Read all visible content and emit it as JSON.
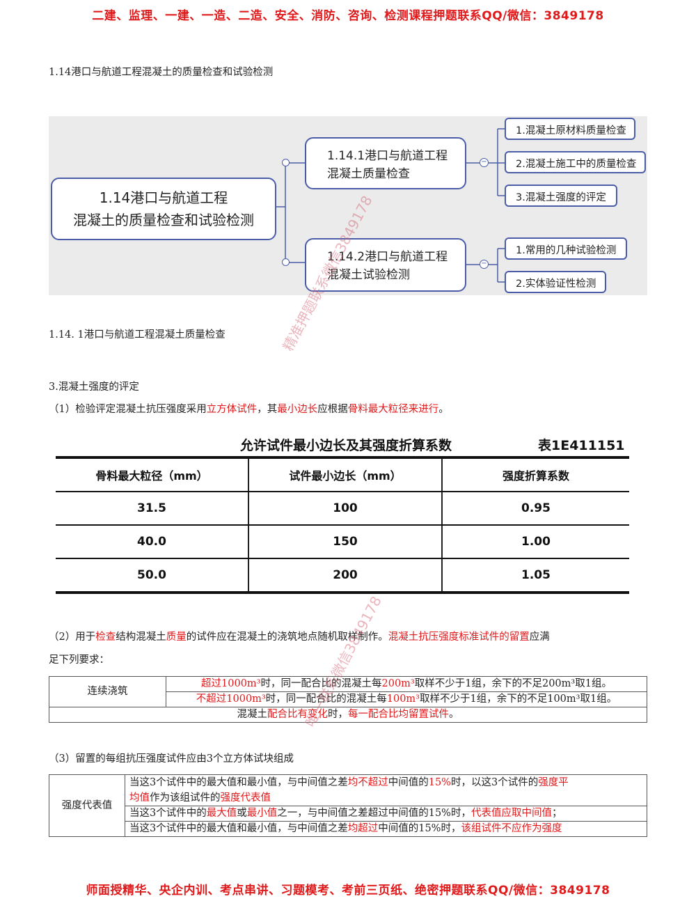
{
  "banner_top": "二建、监理、一建、一造、二造、安全、消防、咨询、检测课程押题联系QQ/微信：3849178",
  "banner_bottom": "师面授精华、央企内训、考点串讲、习题模考、考前三页纸、绝密押题联系QQ/微信：3849178",
  "section_heading": "1.14港口与航道工程混凝土的质量检查和试验检测",
  "mindmap": {
    "root": "1.14港口与航道工程混凝土的质量检查和试验检测",
    "root_line1": "1.14港口与航道工程",
    "root_line2": "混凝土的质量检查和试验检测",
    "branch1_line1": "1.14.1港口与航道工程",
    "branch1_line2": "混凝土质量检查",
    "branch1_children": [
      "1.混凝土原材料质量检查",
      "2.混凝土施工中的质量检查",
      "3.混凝土强度的评定"
    ],
    "branch2_line1": "1.14.2港口与航道工程",
    "branch2_line2": "混凝土试验检测",
    "branch2_children": [
      "1.常用的几种试验检测",
      "2.实体验证性检测"
    ],
    "collapse_symbol": "−"
  },
  "subsection_heading": "1.14. 1港口与航道工程混凝土质量检查",
  "item3_heading": "3.混凝土强度的评定",
  "para1": {
    "p1": "（1）检验评定混凝土抗压强度采用",
    "r1": "立方体试件",
    "p2": "，其",
    "r2": "最小边长",
    "p3": "应根据",
    "r3": "骨料最大粒径来进行",
    "p4": "。"
  },
  "size_table": {
    "title": "允许试件最小边长及其强度折算系数",
    "code": "表1E411151",
    "headers": [
      "骨料最大粒径（mm）",
      "试件最小边长（mm）",
      "强度折算系数"
    ],
    "rows": [
      [
        "31.5",
        "100",
        "0.95"
      ],
      [
        "40.0",
        "150",
        "1.00"
      ],
      [
        "50.0",
        "200",
        "1.05"
      ]
    ]
  },
  "para2": {
    "p1": "（2）用于",
    "r1": "检查",
    "p2": "结构混凝土",
    "r2": "质量",
    "p3": "的试件应在混凝土的浇筑地点随机取样制作。",
    "r3": "混凝土抗压强度标准试件的留置",
    "p4": "应满",
    "line2": "足下列要求："
  },
  "sampling_table": {
    "label": "连续浇筑",
    "row1": {
      "r1": "超过1000m³",
      "p1": "时，同一配合比的混凝土每",
      "r2": "200m³",
      "p2": "取样不少于1组，余下的不足200m³取1组。"
    },
    "row2": {
      "r1": "不超过1000m³",
      "p1": "时，同一配合比的混凝土每",
      "r2": "100m³",
      "p2": "取样不少于1组，余下的不足100m³取1组。"
    },
    "row3": {
      "p1": "混凝土",
      "r1": "配合比有变化",
      "p2": "时，",
      "r2": "每一配合比均留置试件",
      "p3": "。"
    }
  },
  "para3": "（3）留置的每组抗压强度试件应由3个立方体试块组成",
  "rep_table": {
    "label": "强度代表值",
    "row1": {
      "p1": "当这3个试件中的最大值和最小值，与中间值之差",
      "r1": "均不超过",
      "p2": "中间值的",
      "r2": "15%",
      "p3": "时，以这3个试件的",
      "r3": "强度平",
      "r4": "均值",
      "p4": "作为该组试件的",
      "r5": "强度代表值"
    },
    "row2": {
      "p1": "当这3个试件中的",
      "r1": "最大值",
      "p2": "或",
      "r2": "最小值",
      "p3": "之一，与中间值之差超过中间值的15%时，",
      "r3": "代表值应取中间值",
      "p4": "；"
    },
    "row3": {
      "p1": "当这3个试件中的最大值和最小值，与中间值之差",
      "r1": "均超过",
      "p2": "中间值的15%时，",
      "r2": "该组试件不应作为强度"
    }
  },
  "watermark1": "精准押题联系微信3849178",
  "watermark2": "唯一联系微信3849178",
  "colors": {
    "accent_red": "#e0191b",
    "box_border": "#4a5ca8",
    "mindmap_bg": "#ebebeb"
  }
}
